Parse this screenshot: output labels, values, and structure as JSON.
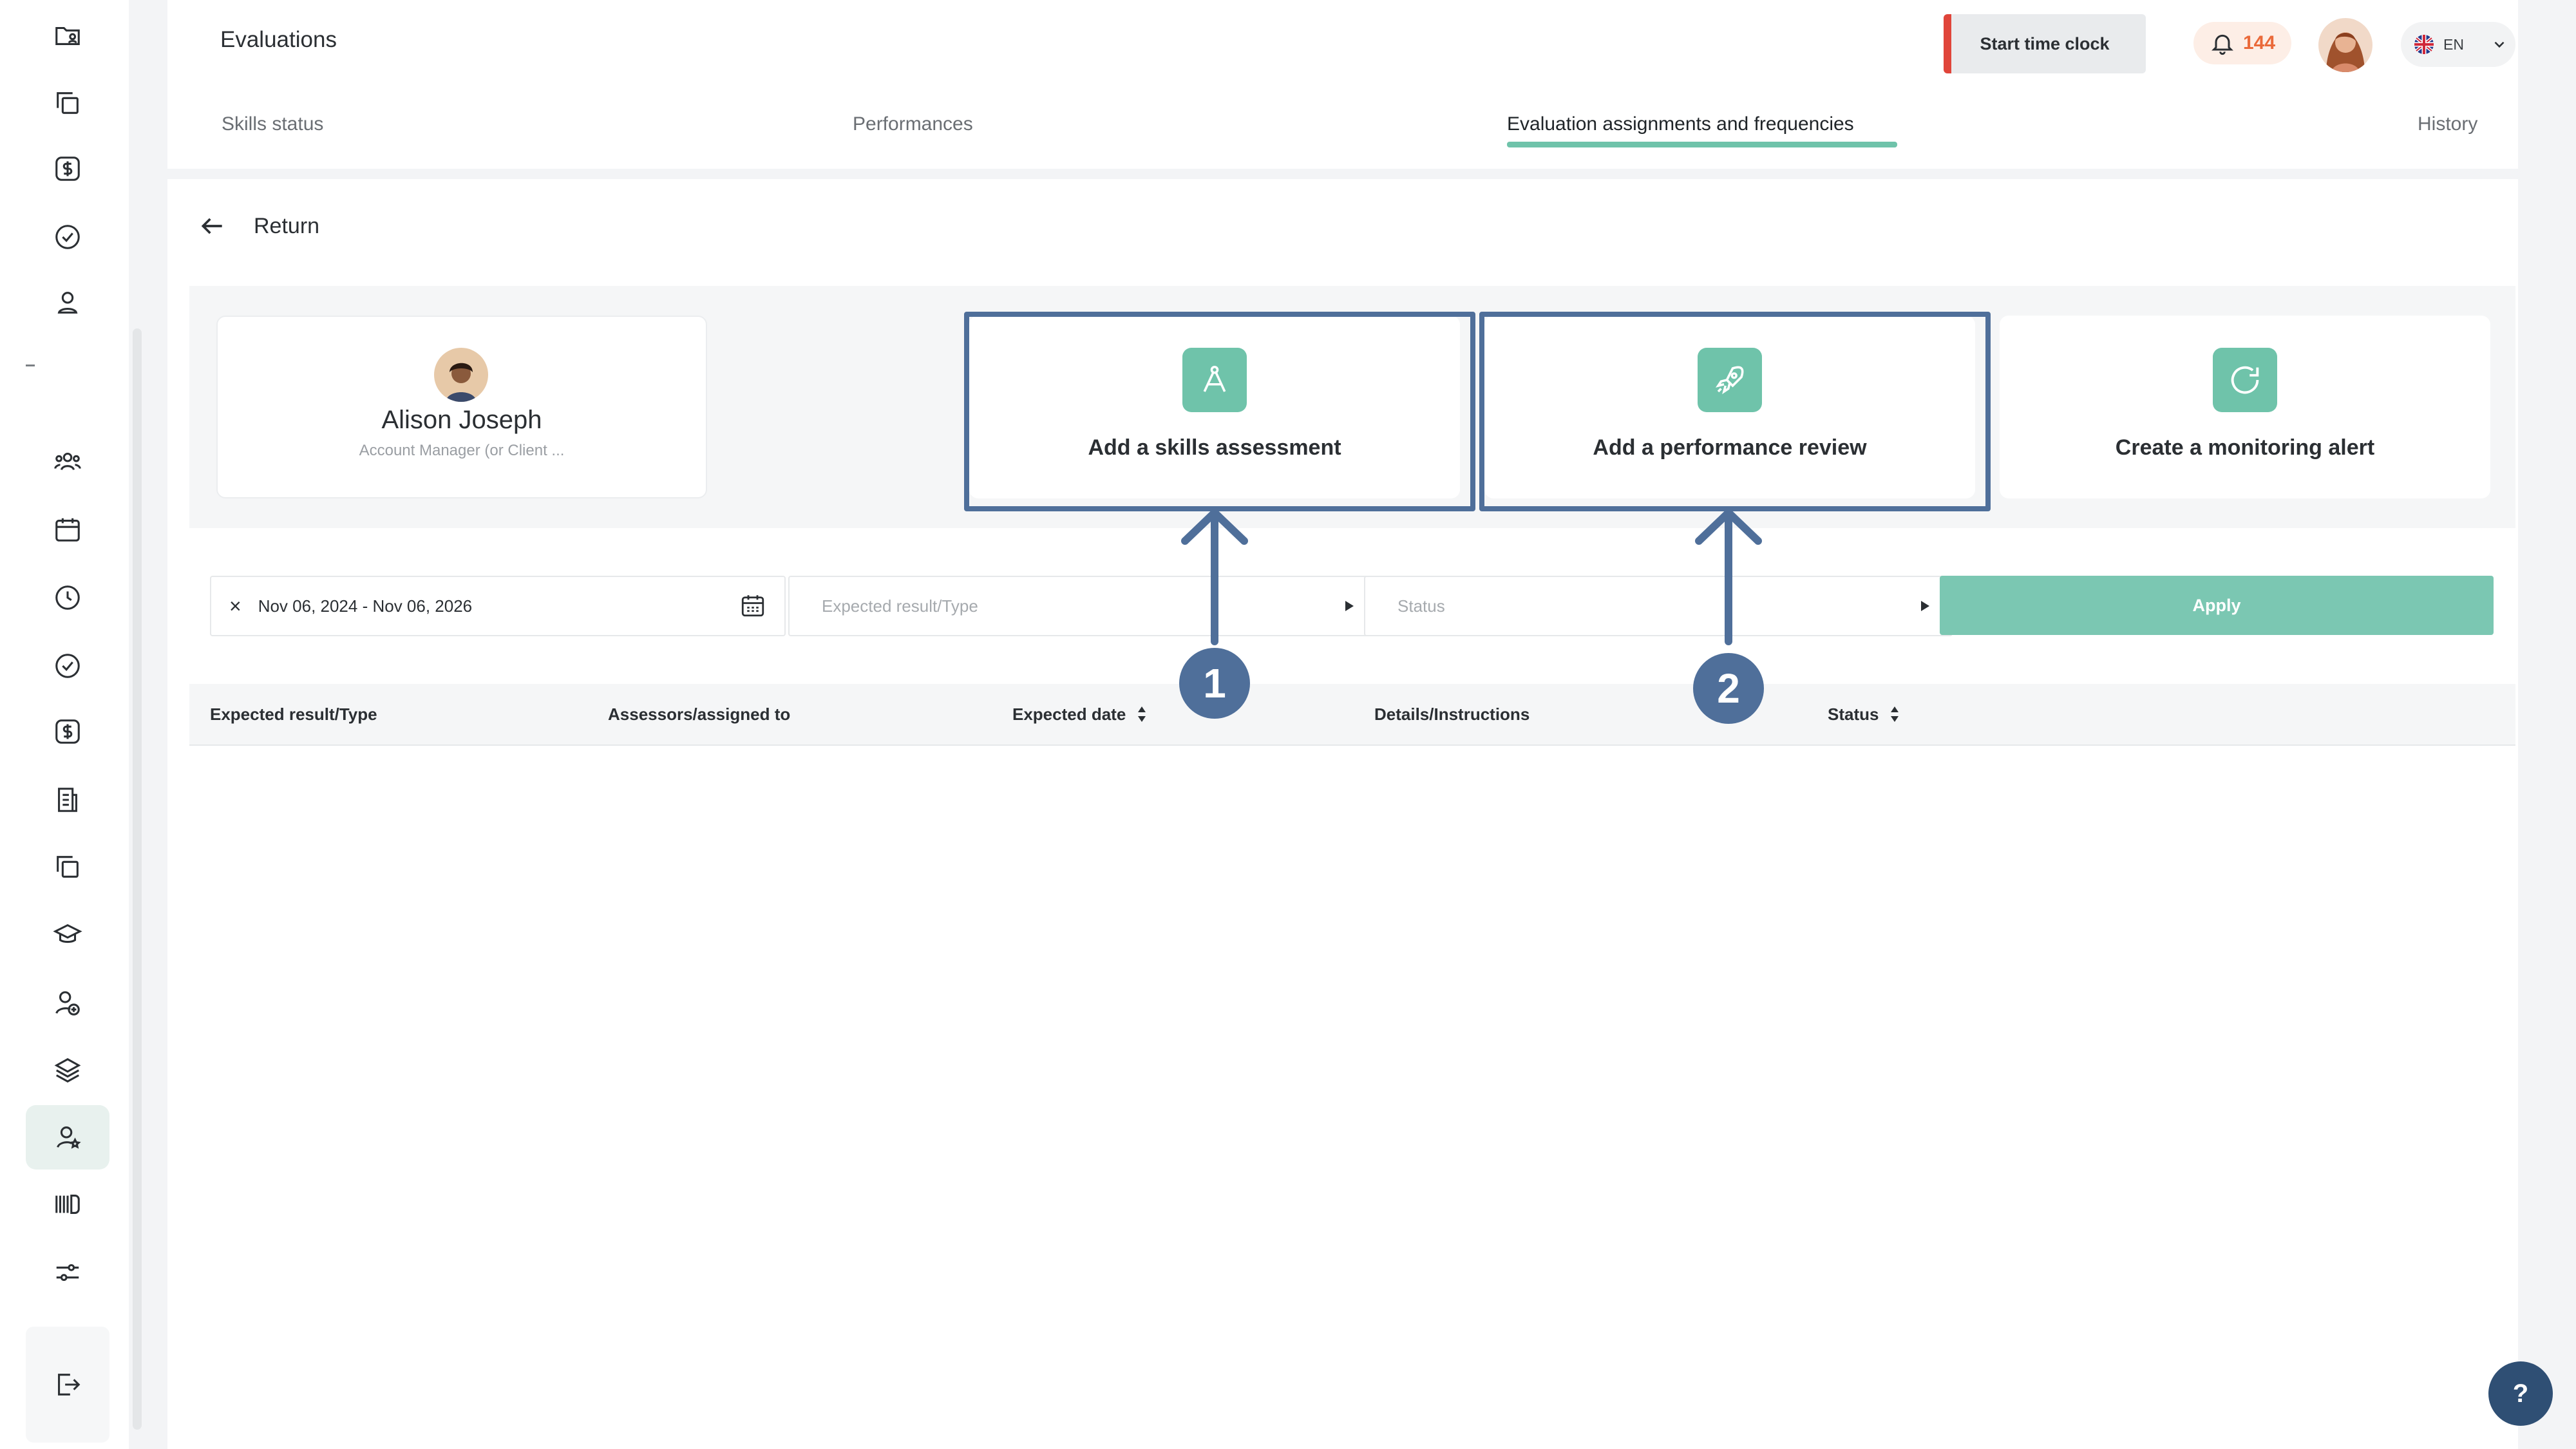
{
  "header": {
    "title": "Evaluations",
    "clock_button": "Start time clock",
    "notifications_count": "144",
    "language": "EN"
  },
  "tabs": [
    {
      "label": "Skills status"
    },
    {
      "label": "Performances"
    },
    {
      "label": "Evaluation assignments and frequencies"
    },
    {
      "label": "History"
    }
  ],
  "return_label": "Return",
  "profile": {
    "name": "Alison Joseph",
    "role": "Account Manager (or Client ..."
  },
  "actions": [
    {
      "label": "Add a skills assessment",
      "icon": "compass-icon"
    },
    {
      "label": "Add a performance review",
      "icon": "rocket-icon"
    },
    {
      "label": "Create a monitoring alert",
      "icon": "refresh-icon"
    }
  ],
  "filters": {
    "date_range": "Nov 06, 2024 - Nov 06, 2026",
    "clear_symbol": "×",
    "type_placeholder": "Expected result/Type",
    "status_placeholder": "Status",
    "apply_label": "Apply"
  },
  "table": {
    "columns": [
      "Expected result/Type",
      "Assessors/assigned to",
      "Expected date",
      "Details/Instructions",
      "Status"
    ]
  },
  "annotations": [
    "1",
    "2"
  ],
  "help_label": "?",
  "colors": {
    "accent": "#6fc3aa",
    "apply": "#7bc7b2",
    "annotation": "#4f6f9a",
    "clock_bar": "#e0453a",
    "notification": "#ea6a3a"
  }
}
